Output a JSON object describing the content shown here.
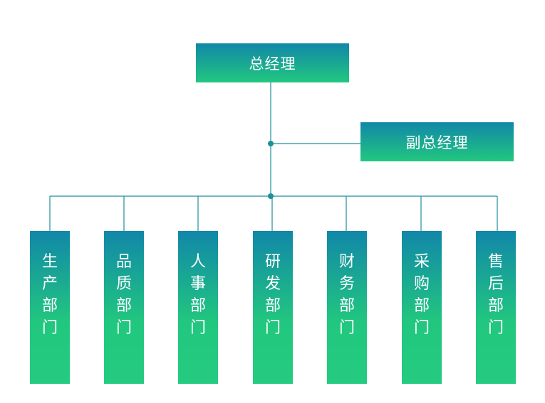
{
  "colors": {
    "gradient_top": "#1187a8",
    "gradient_bottom": "#22c77f",
    "connector": "#1f8f9a",
    "text": "#ffffff"
  },
  "top": {
    "label": "总经理"
  },
  "deputy": {
    "label": "副总经理"
  },
  "departments": [
    {
      "label": "生产部门"
    },
    {
      "label": "品质部门"
    },
    {
      "label": "人事部门"
    },
    {
      "label": "研发部门"
    },
    {
      "label": "财务部门"
    },
    {
      "label": "采购部门"
    },
    {
      "label": "售后部门"
    }
  ]
}
